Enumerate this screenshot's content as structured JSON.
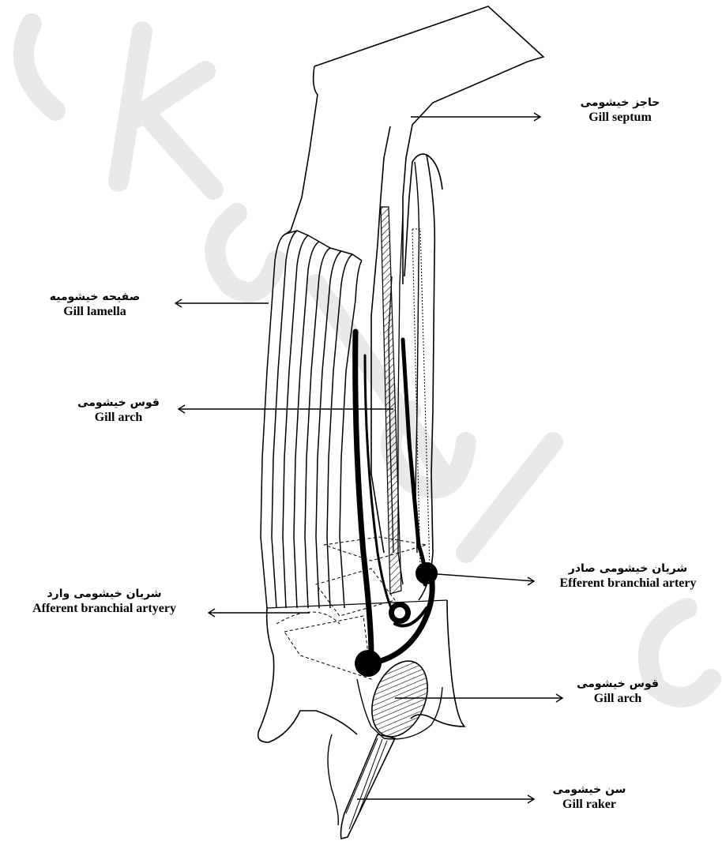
{
  "labels": {
    "gill_septum": {
      "fa": "حاجز خیشومی",
      "en": "Gill septum"
    },
    "gill_lamella": {
      "fa": "صفیحه خیشومیه",
      "en": "Gill lamella"
    },
    "gill_arch_upper": {
      "fa": "قوس خیشومی",
      "en": "Gill arch"
    },
    "efferent_artery": {
      "fa": "شریان خیشومی صادر",
      "en": "Efferent branchial artery"
    },
    "afferent_artery": {
      "fa": "شریان خیشومی وارد",
      "en": "Afferent branchial artyery"
    },
    "gill_arch_lower": {
      "fa": "قوس خیشومی",
      "en": "Gill arch"
    },
    "gill_raker": {
      "fa": "سن خیشومی",
      "en": "Gill raker"
    }
  },
  "colors": {
    "ink": "#000000",
    "watermark": "#e6e6e6"
  }
}
